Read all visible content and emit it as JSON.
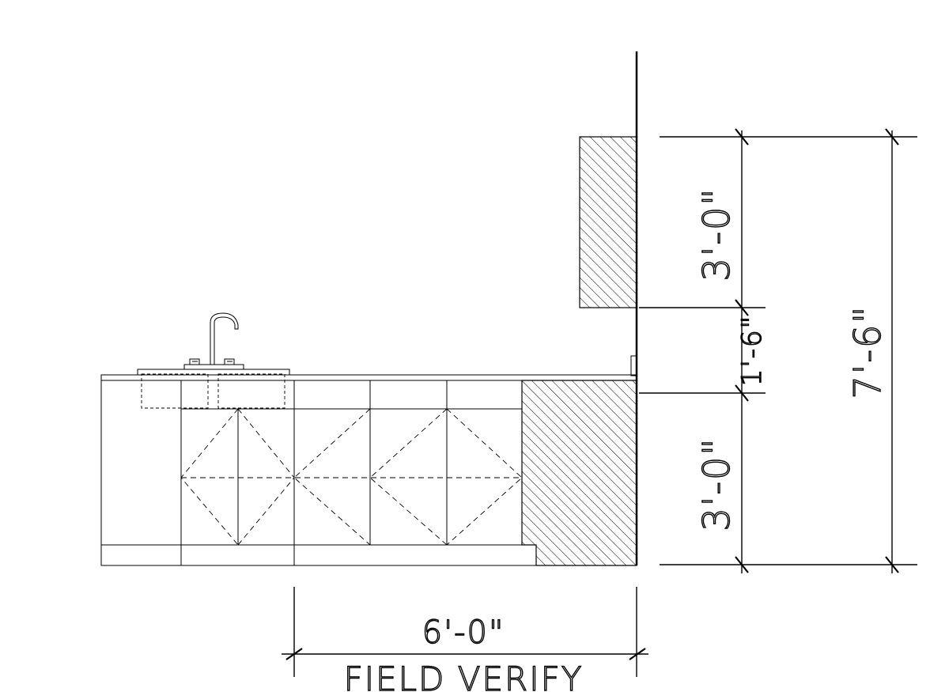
{
  "dimensions": {
    "upper_cabinet": "3'-0\"",
    "backsplash": "1'-6\"",
    "base_cabinet": "3'-0\"",
    "overall_height": "7'-6\"",
    "width": "6'-0\""
  },
  "notes": {
    "field_verify": "FIELD VERIFY"
  },
  "colors": {
    "line": "#000000",
    "background": "#ffffff"
  }
}
